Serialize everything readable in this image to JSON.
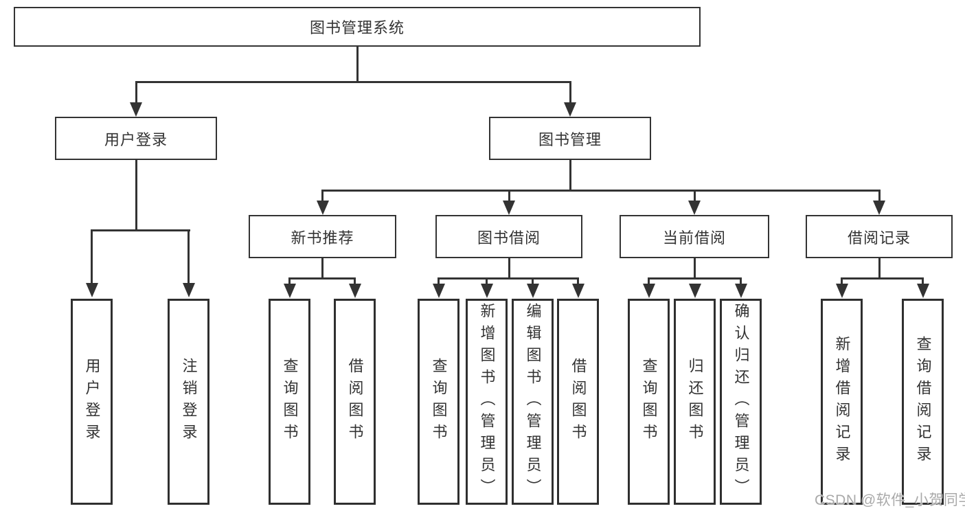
{
  "diagram_title": "图书管理系统",
  "watermark": "CSDN @软件_小贺同学",
  "colors": {
    "line": "#333333",
    "box_border": "#2f2f2f",
    "text": "#333333",
    "background": "#ffffff",
    "watermark": "#a9a9a9"
  },
  "nodes": {
    "root": {
      "label": "图书管理系统"
    },
    "level2": [
      {
        "label": "用户登录"
      },
      {
        "label": "图书管理"
      }
    ],
    "level3": [
      {
        "label": "新书推荐",
        "parent": "图书管理"
      },
      {
        "label": "图书借阅",
        "parent": "图书管理"
      },
      {
        "label": "当前借阅",
        "parent": "图书管理"
      },
      {
        "label": "借阅记录",
        "parent": "图书管理"
      }
    ],
    "leaves": [
      {
        "label": "用户登录",
        "parent": "用户登录"
      },
      {
        "label": "注销登录",
        "parent": "用户登录"
      },
      {
        "label": "查询图书",
        "parent": "新书推荐"
      },
      {
        "label": "借阅图书",
        "parent": "新书推荐"
      },
      {
        "label": "查询图书",
        "parent": "图书借阅"
      },
      {
        "label": "新增图书（管理员）",
        "parent": "图书借阅"
      },
      {
        "label": "编辑图书（管理员）",
        "parent": "图书借阅"
      },
      {
        "label": "借阅图书",
        "parent": "图书借阅"
      },
      {
        "label": "查询图书",
        "parent": "当前借阅"
      },
      {
        "label": "归还图书",
        "parent": "当前借阅"
      },
      {
        "label": "确认归还（管理员）",
        "parent": "当前借阅"
      },
      {
        "label": "新增借阅记录",
        "parent": "借阅记录"
      },
      {
        "label": "查询借阅记录",
        "parent": "借阅记录"
      }
    ]
  }
}
